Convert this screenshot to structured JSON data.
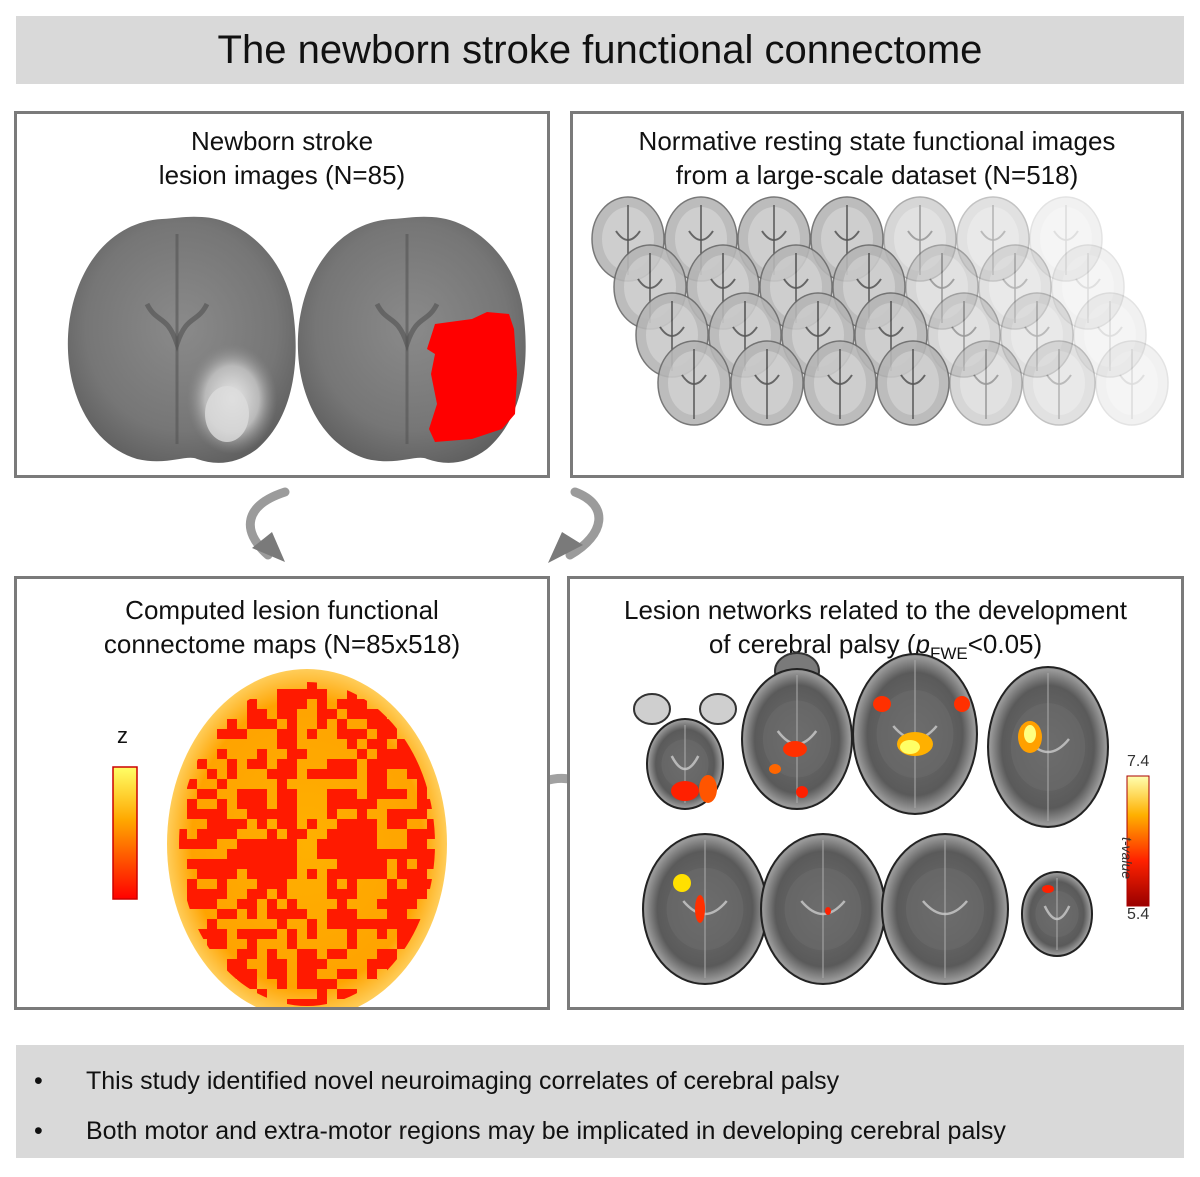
{
  "title": "The newborn stroke functional connectome",
  "panels": {
    "lesion_images": {
      "line1": "Newborn stroke",
      "line2": "lesion images (N=85)"
    },
    "normative": {
      "line1": "Normative resting state functional images",
      "line2": "from a large-scale dataset (N=518)"
    },
    "connectome_maps": {
      "line1": "Computed lesion functional",
      "line2": "connectome maps (N=85x518)",
      "colorbar_label": "z"
    },
    "lesion_networks": {
      "line1": "Lesion networks related to the development",
      "line2_pre": "of cerebral palsy (",
      "line2_p": "p",
      "line2_sub": "FWE",
      "line2_post": "<0.05)",
      "colorbar_max": "7.4",
      "colorbar_min": "5.4",
      "colorbar_label": "t-value"
    }
  },
  "bullets": [
    {
      "dot": "•",
      "text": "This study identified novel neuroimaging correlates of cerebral palsy"
    },
    {
      "dot": "•",
      "text": "Both motor and extra-motor regions may be implicated in developing cerebral palsy"
    }
  ],
  "colors": {
    "lesion_red": "#ff0000",
    "panel_border": "#7a7a7a",
    "banner_gray": "#d9d9d9",
    "arrow_gray": "#8a8a8a"
  }
}
